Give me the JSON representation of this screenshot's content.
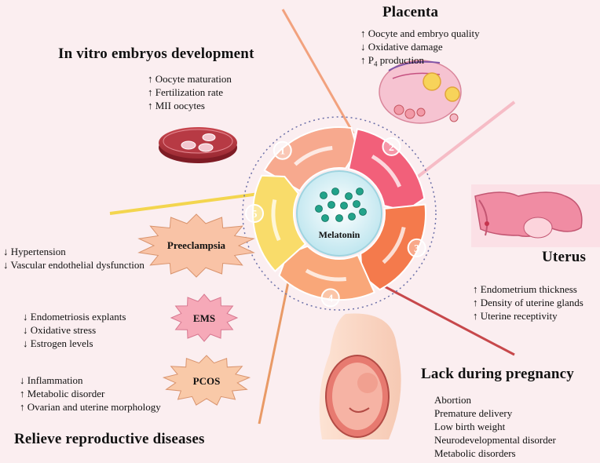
{
  "center": {
    "label": "Melatonin"
  },
  "cycle_numbers": [
    "1",
    "2",
    "3",
    "4",
    "5"
  ],
  "sections": {
    "placenta": {
      "title": "Placenta",
      "items": [
        {
          "arrow": "↑",
          "text": "Oocyte and embryo quality"
        },
        {
          "arrow": "↓",
          "text": "Oxidative damage"
        },
        {
          "arrow": "↑",
          "text": "P",
          "sub": "4",
          "tail": " production"
        }
      ]
    },
    "in_vitro": {
      "title": "In vitro embryos development",
      "items": [
        {
          "arrow": "↑",
          "text": "Oocyte maturation"
        },
        {
          "arrow": "↑",
          "text": "Fertilization rate"
        },
        {
          "arrow": "↑",
          "text": "MII oocytes"
        }
      ]
    },
    "uterus": {
      "title": "Uterus",
      "items": [
        {
          "arrow": "↑",
          "text": "Endometrium thickness"
        },
        {
          "arrow": "↑",
          "text": "Density of uterine glands"
        },
        {
          "arrow": "↑",
          "text": "Uterine receptivity"
        }
      ]
    },
    "pregnancy": {
      "title": "Lack during pregnancy",
      "items": [
        "Abortion",
        "Premature delivery",
        "Low birth weight",
        "Neurodevelopmental disorder",
        "Metabolic disorders"
      ]
    },
    "reproductive": {
      "title": "Relieve reproductive diseases",
      "preeclampsia": {
        "label": "Preeclampsia",
        "items": [
          {
            "arrow": "↓",
            "text": "Hypertension"
          },
          {
            "arrow": "↓",
            "text": "Vascular endothelial dysfunction"
          }
        ]
      },
      "ems": {
        "label": "EMS",
        "items": [
          {
            "arrow": "↓",
            "text": "Endometriosis explants"
          },
          {
            "arrow": "↓",
            "text": "Oxidative stress"
          },
          {
            "arrow": "↓",
            "text": "Estrogen levels"
          }
        ]
      },
      "pcos": {
        "label": "PCOS",
        "items": [
          {
            "arrow": "↓",
            "text": "Inflammation"
          },
          {
            "arrow": "↑",
            "text": "Metabolic disorder"
          },
          {
            "arrow": "↑",
            "text": "Ovarian and uterine morphology"
          }
        ]
      }
    }
  },
  "colors": {
    "background": "#fbeef0",
    "seg1": "#f7a98e",
    "seg2": "#f2607a",
    "seg3": "#f47a4c",
    "seg4": "#f9a779",
    "seg5": "#f9dc6a",
    "center": "#d9f1f6",
    "molecule": "#22a38a",
    "starburst": "#f9c3a6",
    "ems_star": "#f6a9b8"
  }
}
